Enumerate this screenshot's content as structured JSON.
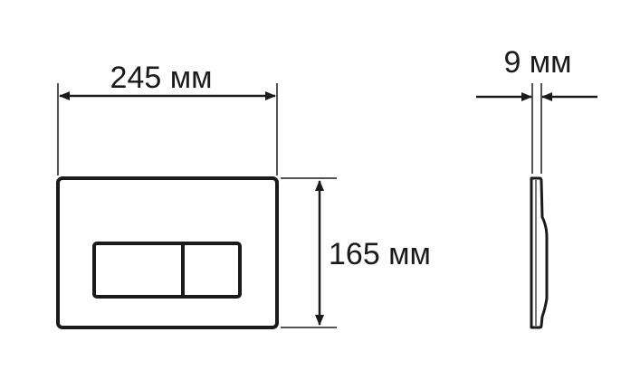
{
  "dimensions": {
    "width_label": "245 мм",
    "height_label": "165 мм",
    "depth_label": "9 мм"
  },
  "colors": {
    "stroke": "#1a1a1a",
    "background": "#ffffff"
  }
}
